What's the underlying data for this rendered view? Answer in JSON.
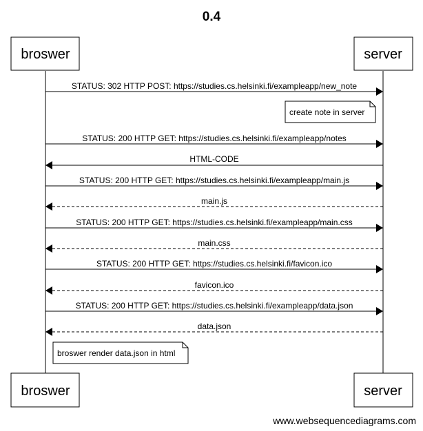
{
  "diagram": {
    "title": "0.4",
    "participants": [
      {
        "id": "browser",
        "label": "broswer"
      },
      {
        "id": "server",
        "label": "server"
      }
    ],
    "steps": [
      {
        "kind": "message",
        "from": "browser",
        "to": "server",
        "style": "solid",
        "label": "STATUS: 302 HTTP POST: https://studies.cs.helsinki.fi/exampleapp/new_note"
      },
      {
        "kind": "note",
        "over": "server",
        "side": "left",
        "label": "create note in server"
      },
      {
        "kind": "message",
        "from": "browser",
        "to": "server",
        "style": "solid",
        "label": "STATUS: 200 HTTP GET: https://studies.cs.helsinki.fi/exampleapp/notes"
      },
      {
        "kind": "message",
        "from": "server",
        "to": "browser",
        "style": "solid",
        "label": "HTML-CODE"
      },
      {
        "kind": "message",
        "from": "browser",
        "to": "server",
        "style": "solid",
        "label": "STATUS: 200 HTTP GET: https://studies.cs.helsinki.fi/exampleapp/main.js"
      },
      {
        "kind": "message",
        "from": "server",
        "to": "browser",
        "style": "dashed",
        "label": "main.js"
      },
      {
        "kind": "message",
        "from": "browser",
        "to": "server",
        "style": "solid",
        "label": "STATUS: 200 HTTP GET: https://studies.cs.helsinki.fi/exampleapp/main.css"
      },
      {
        "kind": "message",
        "from": "server",
        "to": "browser",
        "style": "dashed",
        "label": "main.css"
      },
      {
        "kind": "message",
        "from": "browser",
        "to": "server",
        "style": "solid",
        "label": "STATUS: 200 HTTP GET: https://studies.cs.helsinki.fi/favicon.ico"
      },
      {
        "kind": "message",
        "from": "server",
        "to": "browser",
        "style": "dashed",
        "label": "favicon.ico"
      },
      {
        "kind": "message",
        "from": "browser",
        "to": "server",
        "style": "solid",
        "label": "STATUS: 200 HTTP GET: https://studies.cs.helsinki.fi/exampleapp/data.json"
      },
      {
        "kind": "message",
        "from": "server",
        "to": "browser",
        "style": "dashed",
        "label": "data.json"
      },
      {
        "kind": "note",
        "over": "browser",
        "side": "right",
        "label": "broswer render data.json in html"
      }
    ]
  },
  "footer": "www.websequencediagrams.com"
}
